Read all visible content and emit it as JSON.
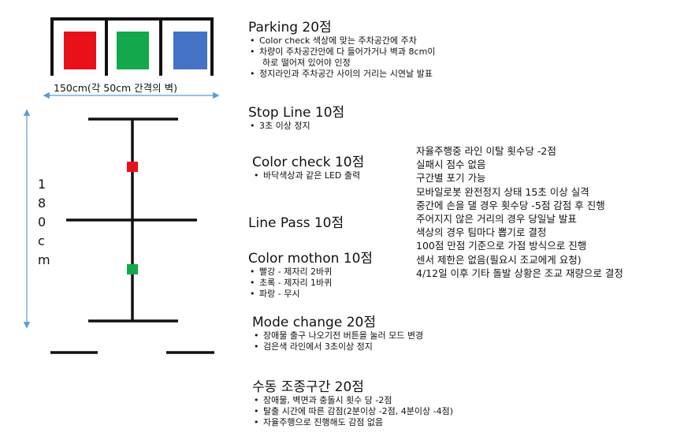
{
  "diagram": {
    "parking_colors": [
      "#e8101a",
      "#12a84b",
      "#4472c4"
    ],
    "marker_colors": {
      "red": "#e8101a",
      "green": "#12a84b"
    },
    "arrow_color": "#5b9bd5",
    "width_label": "150cm(각 50cm 간격의 벽)",
    "height_label_chars": [
      "1",
      "8",
      "0",
      "c",
      "m"
    ]
  },
  "sections": [
    {
      "title": "Parking 20점",
      "bullets": [
        "Color check 색상에 맞는 주차공간에 주차",
        "차량이 주차공간안에 다 들어가거나 벽과 8cm이",
        "정지라인과 주차공간 사이의 거리는 시연날 발표"
      ],
      "continuation": "하로 떨어져 있어야 인정"
    },
    {
      "title": "Stop Line 10점",
      "bullets": [
        "3초 이상 정지"
      ]
    },
    {
      "title": "Color check 10점",
      "bullets": [
        "바닥색상과 같은 LED 출력"
      ]
    },
    {
      "title": "Line Pass 10점",
      "bullets": []
    },
    {
      "title": "Color mothon 10점",
      "bullets": [
        "빨강 - 제자리 2바퀴",
        "초록 - 제자리 1바퀴",
        "파랑 - 무시"
      ]
    },
    {
      "title": "Mode change 20점",
      "bullets": [
        "장애물 출구 나오기전 버튼을 눌러 모드 변경",
        "검은색 라인에서 3초이상 정지"
      ]
    },
    {
      "title": "수동 조종구간 20점",
      "bullets": [
        "장애물, 벽면과 충돌시 횟수 당 -2점",
        "탈출 시간에 따른 감점(2분이상 -2점, 4분이상 -4점)",
        "자율주행으로 진행해도 감점 없음"
      ]
    }
  ],
  "rules": [
    "자율주행중 라인 이탈 횟수당 -2점",
    "실패시 점수 없음",
    "구간별 포기 가능",
    "모바일로봇 완전정지 상태 15초 이상 실격",
    "중간에 손을 댈 경우 횟수당 -5점 감점 후 진행",
    "주어지지 않은 거리의 경우 당일날 발표",
    "색상의 경우 팀마다 뽑기로 결정",
    "100점 만점 기준으로 가점 방식으로 진행",
    "센서 제한은 없음(필요시 조교에게 요청)",
    "4/12일 이후 기타 돌발 상황은 조교 재량으로 결정"
  ]
}
